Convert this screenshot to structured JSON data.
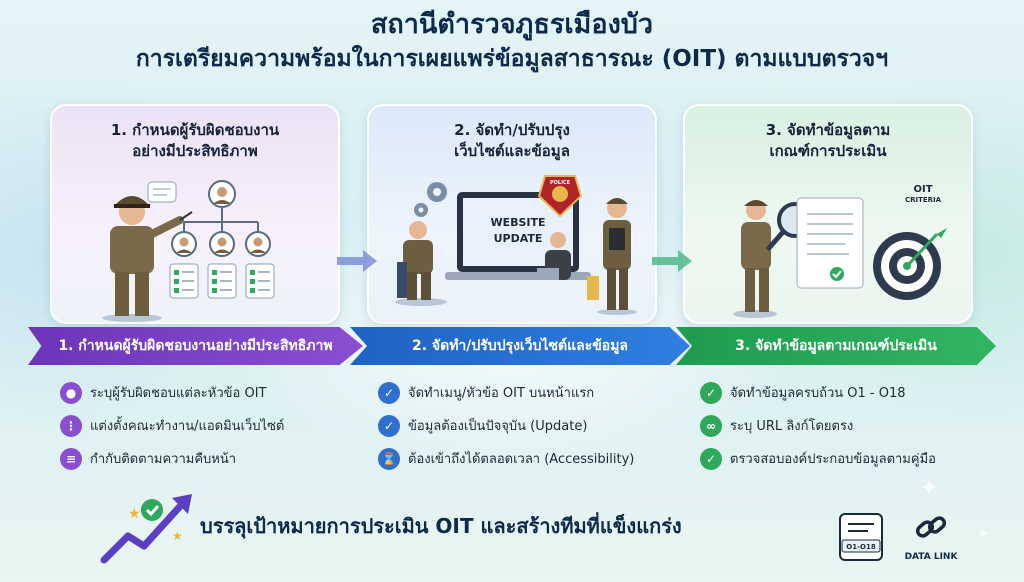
{
  "header": {
    "title": "สถานีตำรวจภูธรเมืองบัว",
    "subtitle": "การเตรียมความพร้อมในการเผยแพร่ข้อมูลสาธารณะ (OIT) ตามแบบตรวจฯ"
  },
  "steps": [
    {
      "panel_title_line1": "1. กำหนดผู้รับผิดชอบงาน",
      "panel_title_line2": "อย่างมีประสิทธิภาพ",
      "banner": "1. กำหนดผู้รับผิดชอบงานอย่างมีประสิทธิภาพ",
      "items": [
        {
          "icon": "person-icon",
          "text": "ระบุผู้รับผิดชอบแต่ละหัวข้อ OIT"
        },
        {
          "icon": "team-icon",
          "text": "แต่งตั้งคณะทำงาน/แอดมินเว็บไซต์"
        },
        {
          "icon": "checklist-icon",
          "text": "กำกับติดตามความคืบหน้า"
        }
      ]
    },
    {
      "panel_title_line1": "2. จัดทำ/ปรับปรุง",
      "panel_title_line2": "เว็บไซต์และข้อมูล",
      "banner": "2. จัดทำ/ปรับปรุงเว็บไซต์และข้อมูล",
      "screen_line1": "WEBSITE",
      "screen_line2": "UPDATE",
      "badge_text": "POLICE",
      "items": [
        {
          "icon": "check-icon",
          "text": "จัดทำเมนู/หัวข้อ OIT บนหน้าแรก"
        },
        {
          "icon": "update-icon",
          "text": "ข้อมูลต้องเป็นปัจจุบัน (Update)"
        },
        {
          "icon": "hourglass-icon",
          "text": "ต้องเข้าถึงได้ตลอดเวลา (Accessibility)"
        }
      ]
    },
    {
      "panel_title_line1": "3. จัดทำข้อมูลตาม",
      "panel_title_line2": "เกณฑ์การประเมิน",
      "banner": "3. จัดทำข้อมูลตามเกณฑ์ประเมิน",
      "criteria_line1": "OIT",
      "criteria_line2": "CRITERIA",
      "items": [
        {
          "icon": "check-icon",
          "text": "จัดทำข้อมูลครบถ้วน O1 - O18"
        },
        {
          "icon": "link-icon",
          "text": "ระบุ URL ลิงก์โดยตรง"
        },
        {
          "icon": "check-icon",
          "text": "ตรวจสอบองค์ประกอบข้อมูลตามคู่มือ"
        }
      ]
    }
  ],
  "footer": {
    "goal_text": "บรรลุเป้าหมายการประเมิน OIT และสร้างทีมที่แข็งแกร่ง",
    "doc_badge_text": "O1-O18",
    "data_link_text": "DATA LINK"
  },
  "colors": {
    "step1": "#8a4fd1",
    "step2": "#2f6fd0",
    "step3": "#2ea85a",
    "title": "#0d2a4a"
  }
}
